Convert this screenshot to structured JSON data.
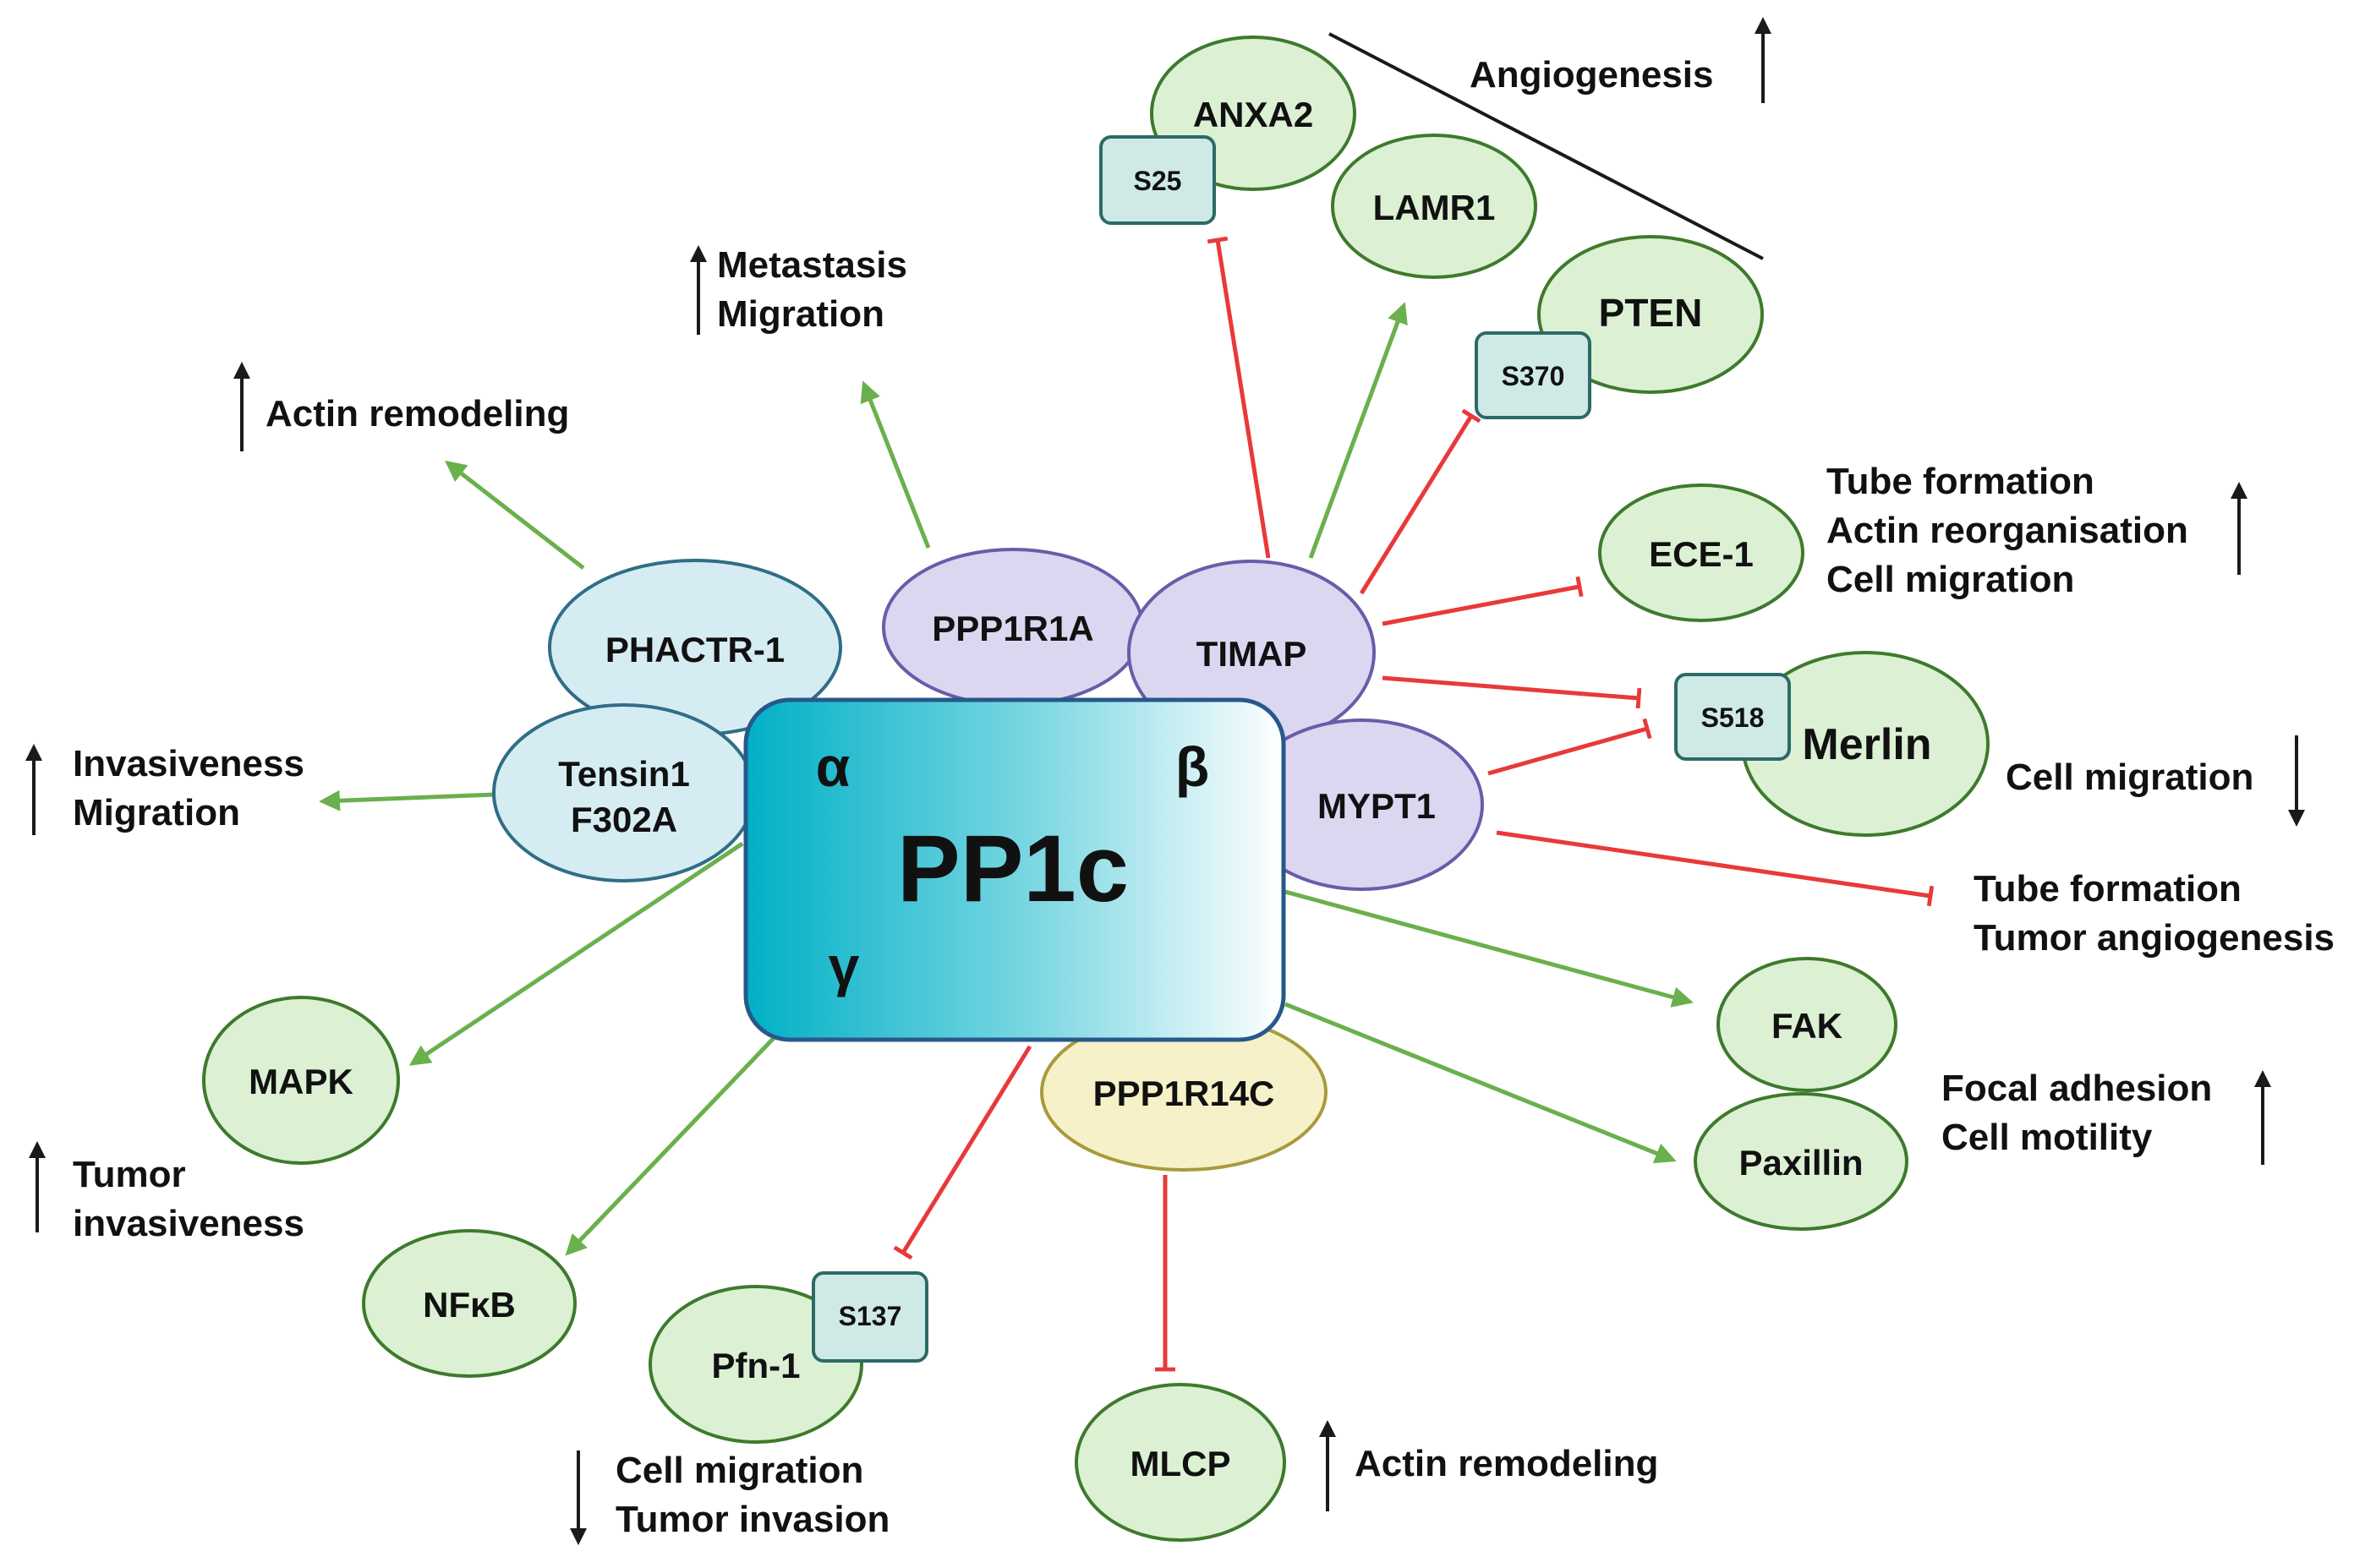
{
  "center": {
    "label": "PP1c",
    "isoforms": [
      "α",
      "β",
      "γ"
    ]
  },
  "regulators": {
    "phactr1": "PHACTR-1",
    "ppp1r1a": "PPP1R1A",
    "timap": "TIMAP",
    "tensin1_line1": "Tensin1",
    "tensin1_line2": "F302A",
    "mypt1": "MYPT1",
    "ppp1r14c": "PPP1R14C"
  },
  "targets": {
    "anxa2": "ANXA2",
    "lamr1": "LAMR1",
    "pten": "PTEN",
    "ece1": "ECE-1",
    "merlin": "Merlin",
    "fak": "FAK",
    "paxillin": "Paxillin",
    "mlcp": "MLCP",
    "pfn1": "Pfn-1",
    "nfkb": "NFκB",
    "mapk": "MAPK"
  },
  "sites": {
    "s25": "S25",
    "s370": "S370",
    "s518": "S518",
    "s137": "S137"
  },
  "outcomes": {
    "angiogenesis": "Angiogenesis",
    "metastasis": "Metastasis",
    "migration_a": "Migration",
    "actin_remodeling_a": "Actin remodeling",
    "invasiveness": "Invasiveness",
    "migration_b": "Migration",
    "tumor": "Tumor",
    "invasiveness_b": "invasiveness",
    "tube_formation_a": "Tube formation",
    "actin_reorganisation": "Actin reorganisation",
    "cell_migration_a": "Cell migration",
    "cell_migration_b": "Cell migration",
    "tube_formation_b": "Tube formation",
    "tumor_angiogenesis": "Tumor angiogenesis",
    "focal_adhesion": "Focal adhesion",
    "cell_motility": "Cell motility",
    "actin_remodeling_b": "Actin remodeling",
    "cell_migration_c": "Cell migration",
    "tumor_invasion": "Tumor invasion"
  },
  "colors": {
    "activation": "#6ab04c",
    "inhibition": "#e8393b",
    "target_fill": "#dcf0d4",
    "target_stroke": "#3e7a2c",
    "blue_fill": "#d6ecf3",
    "blue_stroke": "#2f6e86",
    "purple_fill": "#ddd6f1",
    "purple_stroke": "#6a5ca8",
    "yellow_fill": "#f6f1c8",
    "yellow_stroke": "#a99a3c",
    "site_fill": "#cfe9e6",
    "site_stroke": "#2c6a66"
  }
}
